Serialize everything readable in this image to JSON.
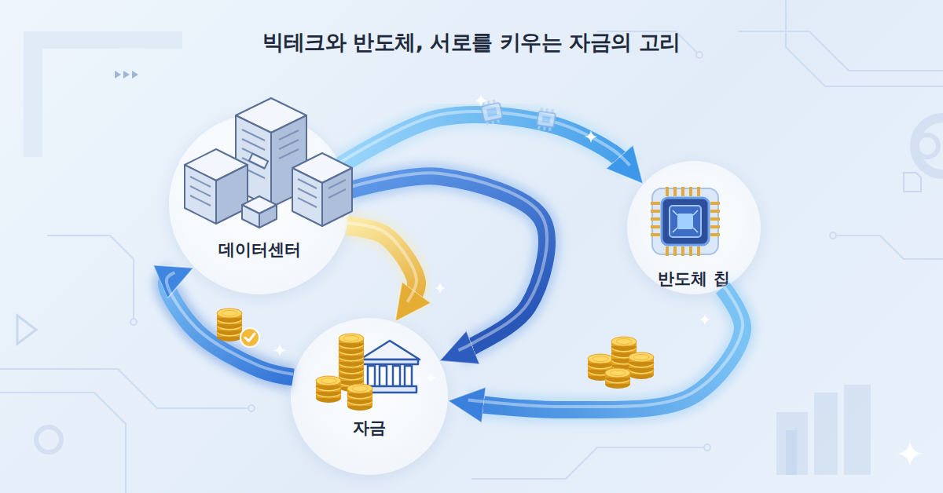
{
  "diagram": {
    "title": "빅테크와 반도체, 서로를 키우는 자금의 고리",
    "nodes": [
      {
        "text": [
          "데이터센터"
        ]
      },
      {
        "text": [
          "반도체 칩"
        ]
      },
      {
        "text": [
          "자금"
        ]
      }
    ],
    "edges": [
      {
        "from": 0,
        "to": 1,
        "arrow": "to"
      },
      {
        "from": 1,
        "to": 2,
        "arrow": "to"
      },
      {
        "from": 2,
        "to": 0,
        "arrow": "to"
      },
      {
        "from": 0,
        "to": 2,
        "arrow": "to"
      },
      {
        "from": 0,
        "to": 2,
        "arrow": "to"
      }
    ]
  }
}
